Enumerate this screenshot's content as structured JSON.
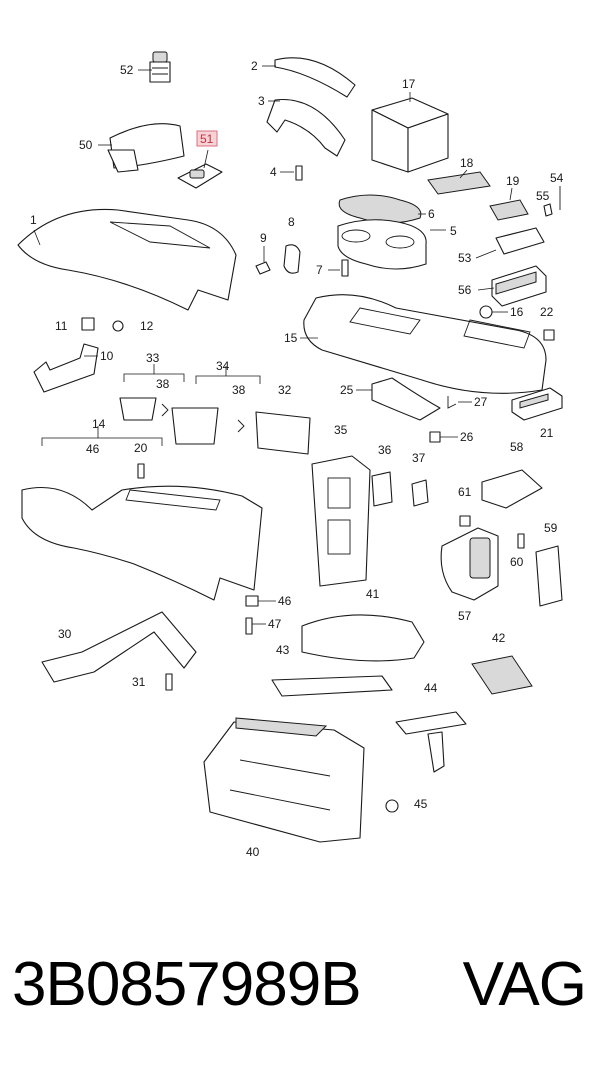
{
  "diagram": {
    "callouts": {
      "c1": "1",
      "c2": "2",
      "c3": "3",
      "c4": "4",
      "c5": "5",
      "c6": "6",
      "c7": "7",
      "c8": "8",
      "c9": "9",
      "c10": "10",
      "c11": "11",
      "c12": "12",
      "c14": "14",
      "c15": "15",
      "c16": "16",
      "c17": "17",
      "c18": "18",
      "c19": "19",
      "c20": "20",
      "c21": "21",
      "c22": "22",
      "c25": "25",
      "c26": "26",
      "c27": "27",
      "c30": "30",
      "c31": "31",
      "c32": "32",
      "c33": "33",
      "c34": "34",
      "c35": "35",
      "c36": "36",
      "c37": "37",
      "c38a": "38",
      "c38b": "38",
      "c40": "40",
      "c41": "41",
      "c42": "42",
      "c43": "43",
      "c44": "44",
      "c45": "45",
      "c46a": "46",
      "c46b": "46",
      "c47": "47",
      "c50": "50",
      "c51": "51",
      "c52": "52",
      "c53": "53",
      "c54": "54",
      "c55": "55",
      "c56": "56",
      "c57": "57",
      "c58": "58",
      "c59": "59",
      "c60": "60",
      "c61": "61"
    },
    "highlighted_callout": "51",
    "highlight_color": "#f7d2d6"
  },
  "footer": {
    "part_number": "3B0857989B",
    "brand": "VAG"
  }
}
